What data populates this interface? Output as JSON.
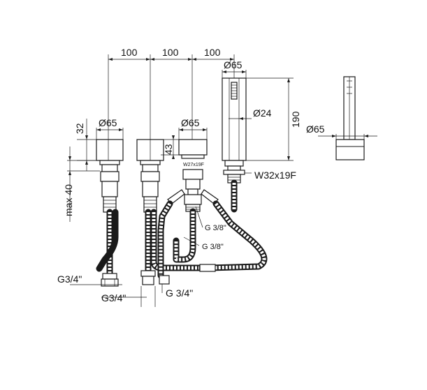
{
  "dimensions": {
    "spacing_1": "100",
    "spacing_2": "100",
    "spacing_3": "100",
    "diameter_handle_left": "Ø65",
    "diameter_handle_mid": "Ø65",
    "diameter_spout_top": "Ø65",
    "diameter_shower": "Ø24",
    "diameter_side_view": "Ø65",
    "height_handle": "32",
    "height_mid": "43",
    "height_shower": "190",
    "max_depth": "max 40",
    "connector_mid": "W27x19F",
    "connector_shower": "W32x19F",
    "inlet_left": "G3/4\"",
    "inlet_left_bottom": "G3/4\"",
    "inlet_right": "G 3/4\"",
    "hose_thread_1": "G 3/8\"",
    "hose_thread_2": "G 3/8\""
  },
  "colors": {
    "line": "#1a1a1a",
    "background": "#ffffff"
  }
}
